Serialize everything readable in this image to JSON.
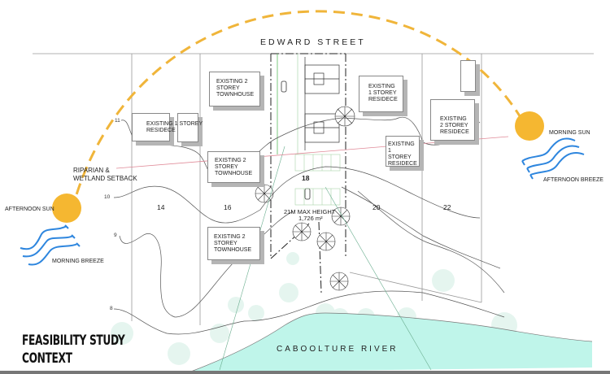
{
  "title": {
    "line1": "FEASIBILITY STUDY",
    "line2": "CONTEXT"
  },
  "street": "EDWARD STREET",
  "river": "CABOOLTURE RIVER",
  "setback_label": "RIPARIAN &\nWETLAND SETBACK",
  "sun": {
    "morning_label": "MORNING SUN",
    "afternoon_label": "AFTERNOON SUN",
    "sun_color": "#F5B731",
    "path_color": "#F0B53A"
  },
  "breeze": {
    "afternoon_label": "AFTERNOON BREEZE",
    "morning_label": "MORNING BREEZE",
    "color": "#2E86DE"
  },
  "lots": [
    "14",
    "16",
    "18",
    "20",
    "22"
  ],
  "subject_site": {
    "lot": "18",
    "height": "21M MAX HEIGHT",
    "area": "1,726 m²"
  },
  "buildings": [
    {
      "id": "b1",
      "label": "EXISTING 1 STOREY\nRESIDECE"
    },
    {
      "id": "b2",
      "label": "EXISTING 2\nSTOREY\nTOWNHOUSE"
    },
    {
      "id": "b3",
      "label": "EXISTING 2\nSTOREY\nTOWNHOUSE"
    },
    {
      "id": "b4",
      "label": "EXISTING 2\nSTOREY\nTOWNHOUSE"
    },
    {
      "id": "b5",
      "label": "EXISTING\n1 STOREY\nRESIDECE"
    },
    {
      "id": "b6",
      "label": "EXISTING 1\nSTOREY\nRESIDECE"
    },
    {
      "id": "b7",
      "label": "EXISTING\n2 STOREY\nRESIDECE"
    }
  ],
  "contours": [
    "11",
    "10",
    "9",
    "8"
  ],
  "colors": {
    "river": "#BFF5EA",
    "vegetation": "#DDF3EA",
    "setback_line": "#E08A98",
    "site_line": "#5DBB63"
  }
}
